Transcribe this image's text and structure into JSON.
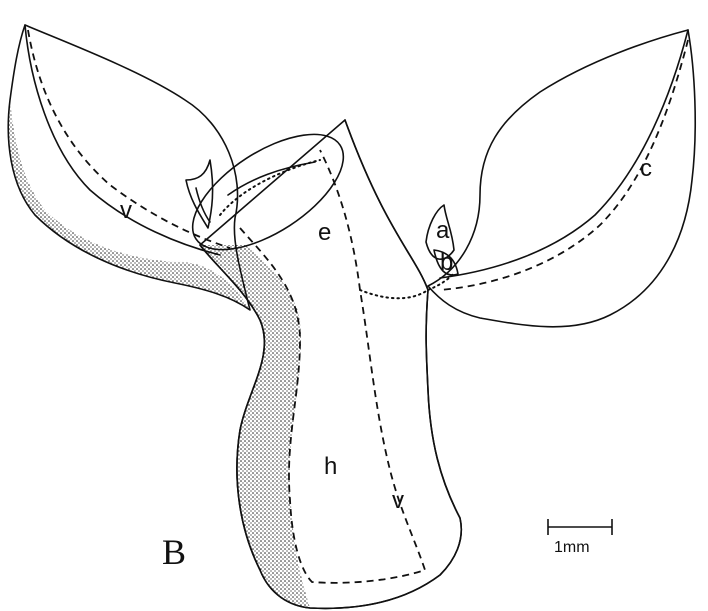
{
  "labels": {
    "v_left": "v",
    "e": "e",
    "c": "c",
    "a": "a",
    "b": "b",
    "h": "h",
    "v_stem": "v",
    "panel": "B",
    "scale": "1mm"
  },
  "colors": {
    "ink": "#111111",
    "paper": "#ffffff"
  }
}
